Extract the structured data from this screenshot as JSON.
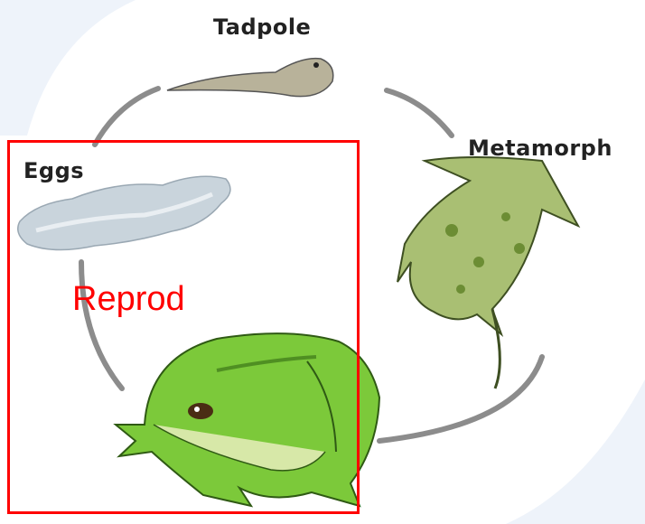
{
  "diagram": {
    "stages": {
      "tadpole": "Tadpole",
      "eggs": "Eggs",
      "metamorph": "Metamorph"
    },
    "annotation": "Reprod"
  },
  "colors": {
    "highlight": "#ff0000",
    "frog_green": "#7cc93a",
    "metamorph_green": "#a9bf73",
    "tadpole_gray": "#b8b29a",
    "arrow_gray": "#8c8c8c"
  }
}
